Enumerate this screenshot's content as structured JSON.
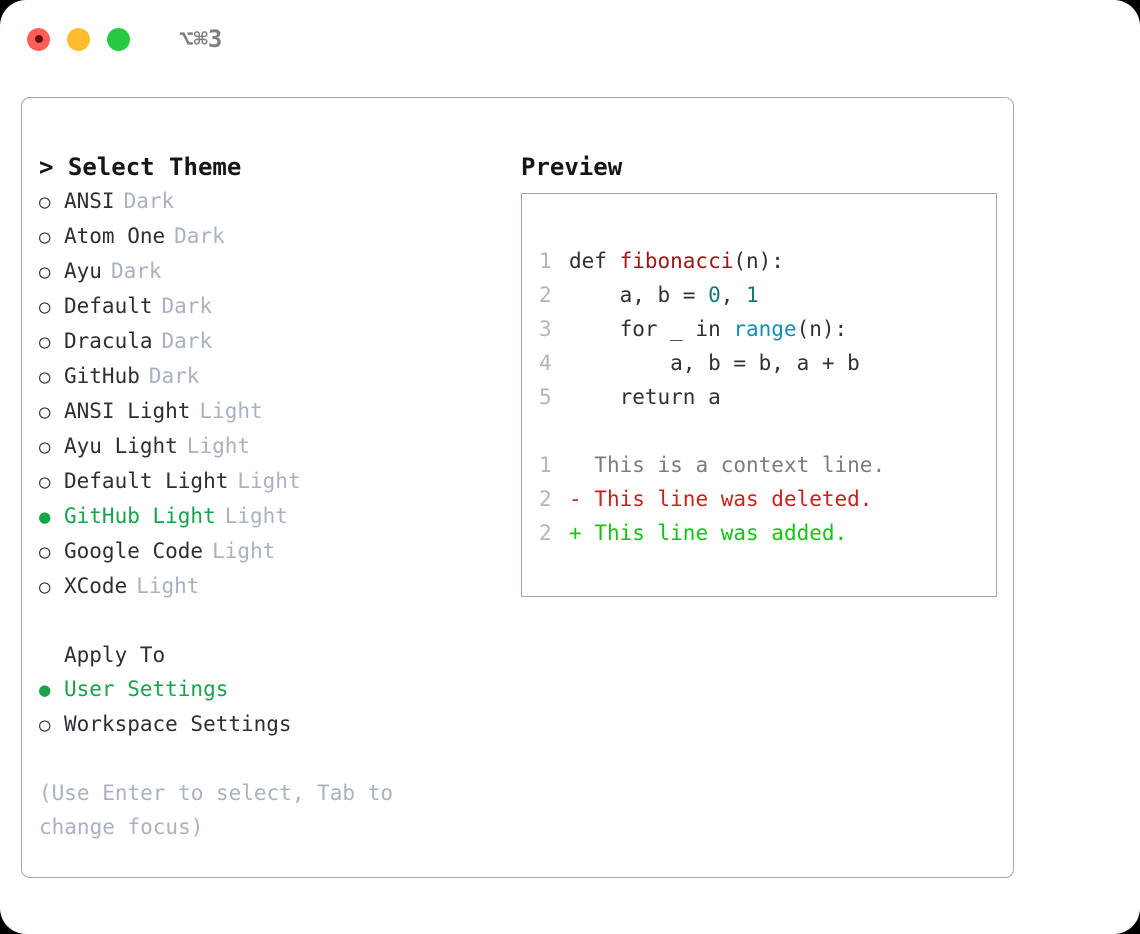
{
  "window": {
    "shortcut": "⌥⌘3",
    "traffic_lights": [
      {
        "name": "close",
        "color": "#ff5f57"
      },
      {
        "name": "minimize",
        "color": "#ffbd2e"
      },
      {
        "name": "zoom",
        "color": "#28c840"
      }
    ]
  },
  "colors": {
    "accent_green": "#16a34a",
    "diff_add": "#13c413",
    "diff_del": "#cc1f1a",
    "muted": "#a9b2c0",
    "border": "#9ba6b8"
  },
  "left": {
    "heading": "> Select Theme",
    "bullet_unselected": "○",
    "bullet_selected": "●",
    "themes": [
      {
        "name": "ANSI",
        "tag": "Dark",
        "selected": false
      },
      {
        "name": "Atom One",
        "tag": "Dark",
        "selected": false
      },
      {
        "name": "Ayu",
        "tag": "Dark",
        "selected": false
      },
      {
        "name": "Default",
        "tag": "Dark",
        "selected": false
      },
      {
        "name": "Dracula",
        "tag": "Dark",
        "selected": false
      },
      {
        "name": "GitHub",
        "tag": "Dark",
        "selected": false
      },
      {
        "name": "ANSI Light",
        "tag": "Light",
        "selected": false
      },
      {
        "name": "Ayu Light",
        "tag": "Light",
        "selected": false
      },
      {
        "name": "Default Light",
        "tag": "Light",
        "selected": false
      },
      {
        "name": "GitHub Light",
        "tag": "Light",
        "selected": true
      },
      {
        "name": "Google Code",
        "tag": "Light",
        "selected": false
      },
      {
        "name": "XCode",
        "tag": "Light",
        "selected": false
      }
    ],
    "apply_to_heading": "Apply To",
    "apply_to": [
      {
        "name": "User Settings",
        "selected": true
      },
      {
        "name": "Workspace Settings",
        "selected": false
      }
    ],
    "hint": "(Use Enter to select, Tab to change focus)"
  },
  "right": {
    "heading": "Preview",
    "code_lines": [
      {
        "number": "1",
        "tokens": [
          {
            "text": "def ",
            "kind": "kw"
          },
          {
            "text": "fibonacci",
            "kind": "fn"
          },
          {
            "text": "(n):",
            "kind": "plain"
          }
        ]
      },
      {
        "number": "2",
        "tokens": [
          {
            "text": "    a, b = ",
            "kind": "plain"
          },
          {
            "text": "0",
            "kind": "num"
          },
          {
            "text": ", ",
            "kind": "plain"
          },
          {
            "text": "1",
            "kind": "num"
          }
        ]
      },
      {
        "number": "3",
        "tokens": [
          {
            "text": "    for _ in ",
            "kind": "kw"
          },
          {
            "text": "range",
            "kind": "call"
          },
          {
            "text": "(n):",
            "kind": "plain"
          }
        ]
      },
      {
        "number": "4",
        "tokens": [
          {
            "text": "        a, b = b, a + b",
            "kind": "plain"
          }
        ]
      },
      {
        "number": "5",
        "tokens": [
          {
            "text": "    return a",
            "kind": "kw"
          }
        ]
      }
    ],
    "diff_lines": [
      {
        "number": "1",
        "marker": "  ",
        "text": "This is a context line.",
        "kind": "ctx"
      },
      {
        "number": "2",
        "marker": "- ",
        "text": "This line was deleted.",
        "kind": "del"
      },
      {
        "number": "2",
        "marker": "+ ",
        "text": "This line was added.",
        "kind": "add"
      }
    ]
  }
}
